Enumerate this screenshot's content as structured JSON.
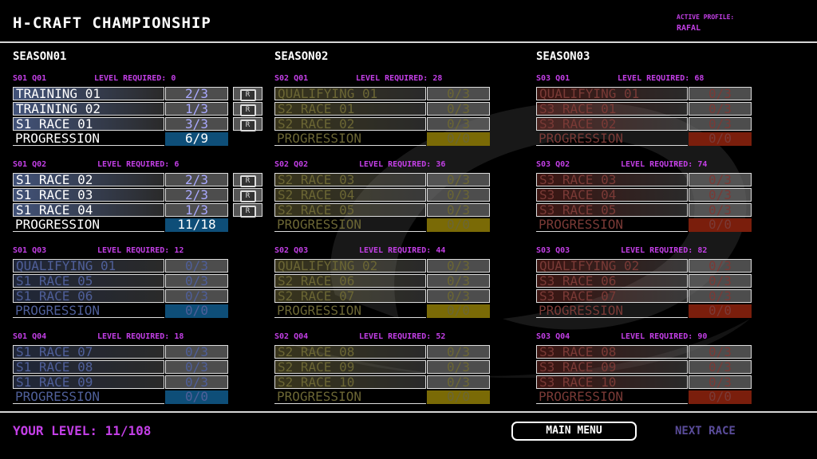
{
  "title": "H-CRAFT CHAMPIONSHIP",
  "profile": {
    "label": "ACTIVE PROFILE:",
    "name": "RAFAL"
  },
  "seasons": [
    {
      "title": "SEASON01",
      "colors": {
        "active": "rgba(120,150,220,0.55)",
        "locked": "rgba(90,110,160,0.35)",
        "progress": "#0e4e78",
        "locked_text": "#4f5f99"
      },
      "groups": [
        {
          "id": "S01 Q01",
          "level": "LEVEL REQUIRED: 0",
          "unlocked": true,
          "races": [
            {
              "name": "TRAINING 01",
              "score": "2/3",
              "replay": true
            },
            {
              "name": "TRAINING 02",
              "score": "1/3",
              "replay": true
            },
            {
              "name": "S1 RACE 01",
              "score": "3/3",
              "replay": true
            }
          ],
          "progression": {
            "label": "PROGRESSION",
            "value": "6/9"
          }
        },
        {
          "id": "S01 Q02",
          "level": "LEVEL REQUIRED: 6",
          "unlocked": true,
          "races": [
            {
              "name": "S1 RACE 02",
              "score": "2/3",
              "replay": true
            },
            {
              "name": "S1 RACE 03",
              "score": "2/3",
              "replay": true
            },
            {
              "name": "S1 RACE 04",
              "score": "1/3",
              "replay": true
            }
          ],
          "progression": {
            "label": "PROGRESSION",
            "value": "11/18"
          }
        },
        {
          "id": "S01 Q03",
          "level": "LEVEL REQUIRED: 12",
          "unlocked": false,
          "races": [
            {
              "name": "QUALIFYING 01",
              "score": "0/3"
            },
            {
              "name": "S1 RACE 05",
              "score": "0/3"
            },
            {
              "name": "S1 RACE 06",
              "score": "0/3"
            }
          ],
          "progression": {
            "label": "PROGRESSION",
            "value": "0/0"
          }
        },
        {
          "id": "S01 Q04",
          "level": "LEVEL REQUIRED: 18",
          "unlocked": false,
          "races": [
            {
              "name": "S1 RACE 07",
              "score": "0/3"
            },
            {
              "name": "S1 RACE 08",
              "score": "0/3"
            },
            {
              "name": "S1 RACE 09",
              "score": "0/3"
            }
          ],
          "progression": {
            "label": "PROGRESSION",
            "value": "0/0"
          }
        }
      ]
    },
    {
      "title": "SEASON02",
      "colors": {
        "active": "rgba(180,170,90,0.4)",
        "locked": "rgba(160,150,80,0.35)",
        "progress": "#7a6a06",
        "locked_text": "#6b6634"
      },
      "groups": [
        {
          "id": "S02 Q01",
          "level": "LEVEL REQUIRED: 28",
          "unlocked": false,
          "races": [
            {
              "name": "QUALIFYING 01",
              "score": "0/3"
            },
            {
              "name": "S2 RACE 01",
              "score": "0/3"
            },
            {
              "name": "S2 RACE 02",
              "score": "0/3"
            }
          ],
          "progression": {
            "label": "PROGRESSION",
            "value": "0/0"
          }
        },
        {
          "id": "S02 Q02",
          "level": "LEVEL REQUIRED: 36",
          "unlocked": false,
          "races": [
            {
              "name": "S2 RACE 03",
              "score": "0/3"
            },
            {
              "name": "S2 RACE 04",
              "score": "0/3"
            },
            {
              "name": "S2 RACE 05",
              "score": "0/3"
            }
          ],
          "progression": {
            "label": "PROGRESSION",
            "value": "0/0"
          }
        },
        {
          "id": "S02 Q03",
          "level": "LEVEL REQUIRED: 44",
          "unlocked": false,
          "races": [
            {
              "name": "QUALIFYING 02",
              "score": "0/3"
            },
            {
              "name": "S2 RACE 06",
              "score": "0/3"
            },
            {
              "name": "S2 RACE 07",
              "score": "0/3"
            }
          ],
          "progression": {
            "label": "PROGRESSION",
            "value": "0/0"
          }
        },
        {
          "id": "S02 Q04",
          "level": "LEVEL REQUIRED: 52",
          "unlocked": false,
          "races": [
            {
              "name": "S2 RACE 08",
              "score": "0/3"
            },
            {
              "name": "S2 RACE 09",
              "score": "0/3"
            },
            {
              "name": "S2 RACE 10",
              "score": "0/3"
            }
          ],
          "progression": {
            "label": "PROGRESSION",
            "value": "0/0"
          }
        }
      ]
    },
    {
      "title": "SEASON03",
      "colors": {
        "active": "rgba(200,80,60,0.4)",
        "locked": "rgba(170,60,50,0.35)",
        "progress": "#7a1e0c",
        "locked_text": "#7a3a36"
      },
      "groups": [
        {
          "id": "S03 Q01",
          "level": "LEVEL REQUIRED: 68",
          "unlocked": false,
          "races": [
            {
              "name": "QUALIFYING 01",
              "score": "0/3"
            },
            {
              "name": "S3 RACE 01",
              "score": "0/3"
            },
            {
              "name": "S3 RACE 02",
              "score": "0/3"
            }
          ],
          "progression": {
            "label": "PROGRESSION",
            "value": "0/0"
          }
        },
        {
          "id": "S03 Q02",
          "level": "LEVEL REQUIRED: 74",
          "unlocked": false,
          "races": [
            {
              "name": "S3 RACE 03",
              "score": "0/3"
            },
            {
              "name": "S3 RACE 04",
              "score": "0/3"
            },
            {
              "name": "S3 RACE 05",
              "score": "0/3"
            }
          ],
          "progression": {
            "label": "PROGRESSION",
            "value": "0/0"
          }
        },
        {
          "id": "S03 Q03",
          "level": "LEVEL REQUIRED: 82",
          "unlocked": false,
          "races": [
            {
              "name": "QUALIFYING 02",
              "score": "0/3"
            },
            {
              "name": "S3 RACE 06",
              "score": "0/3"
            },
            {
              "name": "S3 RACE 07",
              "score": "0/3"
            }
          ],
          "progression": {
            "label": "PROGRESSION",
            "value": "0/0"
          }
        },
        {
          "id": "S03 Q04",
          "level": "LEVEL REQUIRED: 90",
          "unlocked": false,
          "races": [
            {
              "name": "S3 RACE 08",
              "score": "0/3"
            },
            {
              "name": "S3 RACE 09",
              "score": "0/3"
            },
            {
              "name": "S3 RACE 10",
              "score": "0/3"
            }
          ],
          "progression": {
            "label": "PROGRESSION",
            "value": "0/0"
          }
        }
      ]
    }
  ],
  "replay_icon_letter": "R",
  "footer": {
    "your_level": "YOUR LEVEL: 11/108",
    "main_menu": "MAIN MENU",
    "next_race": "NEXT RACE"
  }
}
